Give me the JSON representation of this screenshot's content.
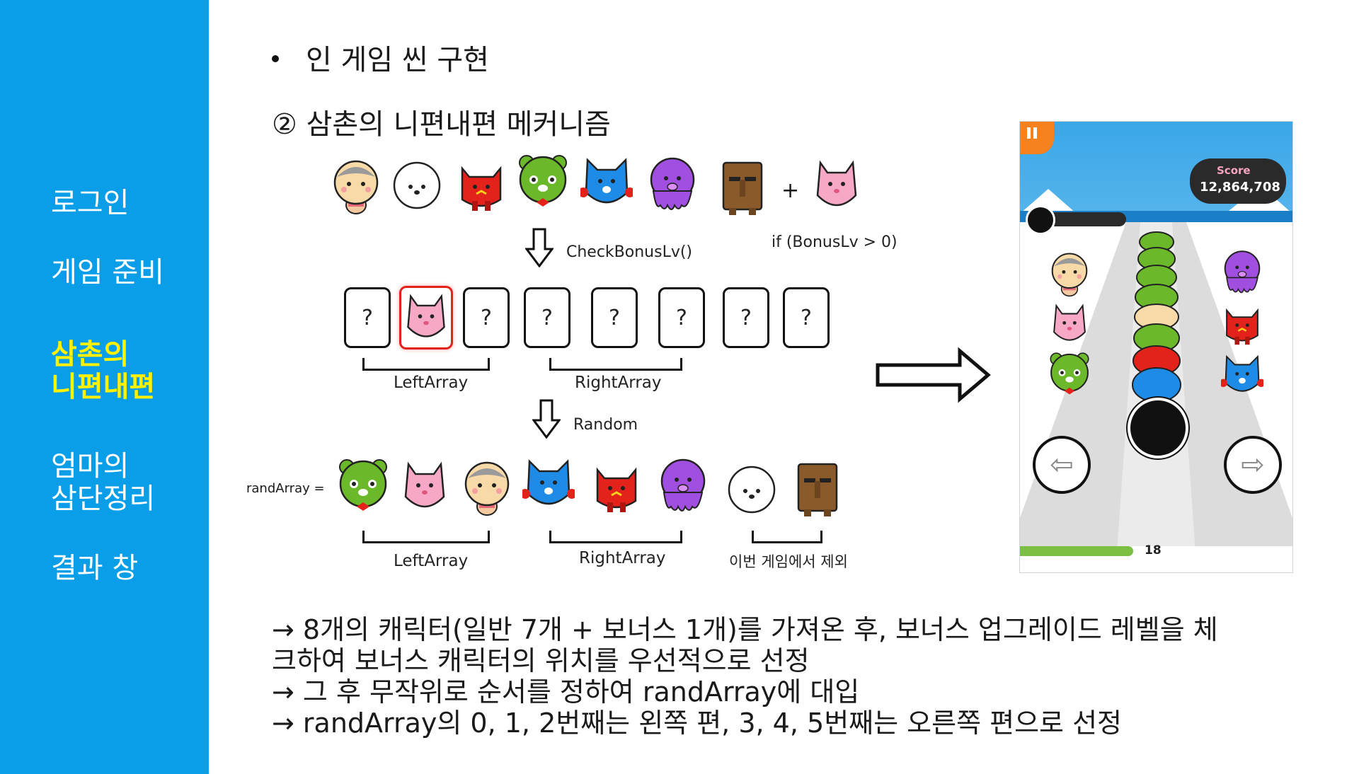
{
  "sidebar": {
    "items": [
      {
        "label": "로그인"
      },
      {
        "label": "게임 준비"
      },
      {
        "label": "삼촌의\n니편내편"
      },
      {
        "label": "엄마의\n삼단정리"
      },
      {
        "label": "결과 창"
      }
    ],
    "active_index": 2
  },
  "content": {
    "title": "인 게임 씬 구현",
    "subtitle": "② 삼촌의 니편내편 메커니즘",
    "plus": "+",
    "check_label": "CheckBonusLv()",
    "bonus_condition": "if (BonusLv > 0)",
    "question_mark": "?",
    "left_array_label": "LeftArray",
    "right_array_label": "RightArray",
    "random_label": "Random",
    "rand_array_label": "randArray =",
    "excluded_label": "이번 게임에서 제외",
    "description": [
      "→ 8개의 캐릭터(일반 7개 + 보너스 1개)를 가져온 후, 보너스 업그레이드 레벨을 체",
      "크하여 보너스 캐릭터의 위치를 우선적으로 선정",
      "→ 그 후 무작위로 순서를 정하여 randArray에 대입",
      "→ randArray의 0, 1, 2번째는 왼쪽 편, 3, 4, 5번째는 오른쪽 편으로 선정"
    ]
  },
  "game": {
    "score_label": "Score",
    "score_value": "12,864,708",
    "count": "18"
  },
  "colors": {
    "sidebar": "#0a9ee8",
    "active": "#fff200"
  }
}
